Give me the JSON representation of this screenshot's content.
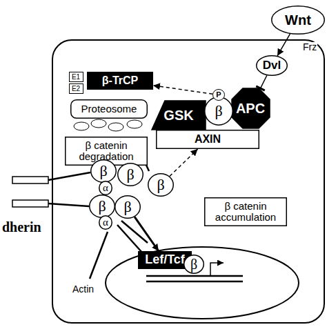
{
  "diagram": {
    "nodes": [
      {
        "text": [
          "Wnt"
        ]
      },
      {
        "text": [
          "Dvl"
        ]
      },
      {
        "text": [
          "E1"
        ]
      },
      {
        "text": [
          "E2"
        ]
      },
      {
        "text": [
          "β-TrCP"
        ]
      },
      {
        "text": [
          "Proteosome"
        ]
      },
      {
        "text": [
          "P"
        ]
      },
      {
        "text": [
          "GSK"
        ]
      },
      {
        "text": [
          "β"
        ]
      },
      {
        "text": [
          "APC"
        ]
      },
      {
        "text": [
          "AXIN"
        ]
      },
      {
        "text": [
          "β catenin degradation"
        ]
      },
      {
        "text": [
          "β"
        ]
      },
      {
        "text": [
          "β"
        ]
      },
      {
        "text": [
          "α"
        ]
      },
      {
        "text": [
          "β"
        ]
      },
      {
        "text": [
          "β"
        ]
      },
      {
        "text": [
          "β"
        ]
      },
      {
        "text": [
          "α"
        ]
      },
      {
        "text": [
          "β catenin accumulation"
        ]
      },
      {
        "text": [
          "Lef/Tcf"
        ]
      },
      {
        "text": [
          "β"
        ]
      }
    ],
    "edges": [
      {
        "from": 0,
        "to": 1,
        "arrow": "to"
      },
      {
        "from": 1,
        "to": 9,
        "arrow": "to"
      },
      {
        "from": 6,
        "to": 4,
        "arrow": "to"
      },
      {
        "from": 15,
        "to": 10,
        "arrow": "to"
      },
      {
        "from": 17,
        "to": 20,
        "arrow": "to"
      }
    ],
    "labels": [
      "Frz",
      "Actin",
      "dherin"
    ]
  }
}
